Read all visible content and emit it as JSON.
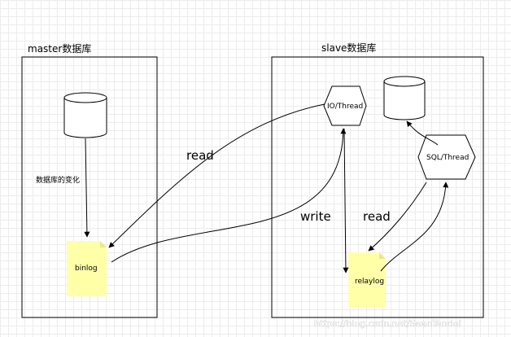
{
  "master": {
    "title": "master数据库",
    "change_label": "数据库的变化",
    "binlog_label": "binlog"
  },
  "slave": {
    "title": "slave数据库",
    "io_thread_label": "IO/Thread",
    "sql_thread_label": "SQL/Thread",
    "relaylog_label": "relaylog"
  },
  "edges": {
    "read_label_left": "read",
    "write_label": "write",
    "read_label_right": "read"
  },
  "watermark": "https://blog.csdn.net/SeanTandol",
  "colors": {
    "note_fill": "#ffffa8",
    "stroke": "#000000",
    "grid": "#ececec"
  }
}
